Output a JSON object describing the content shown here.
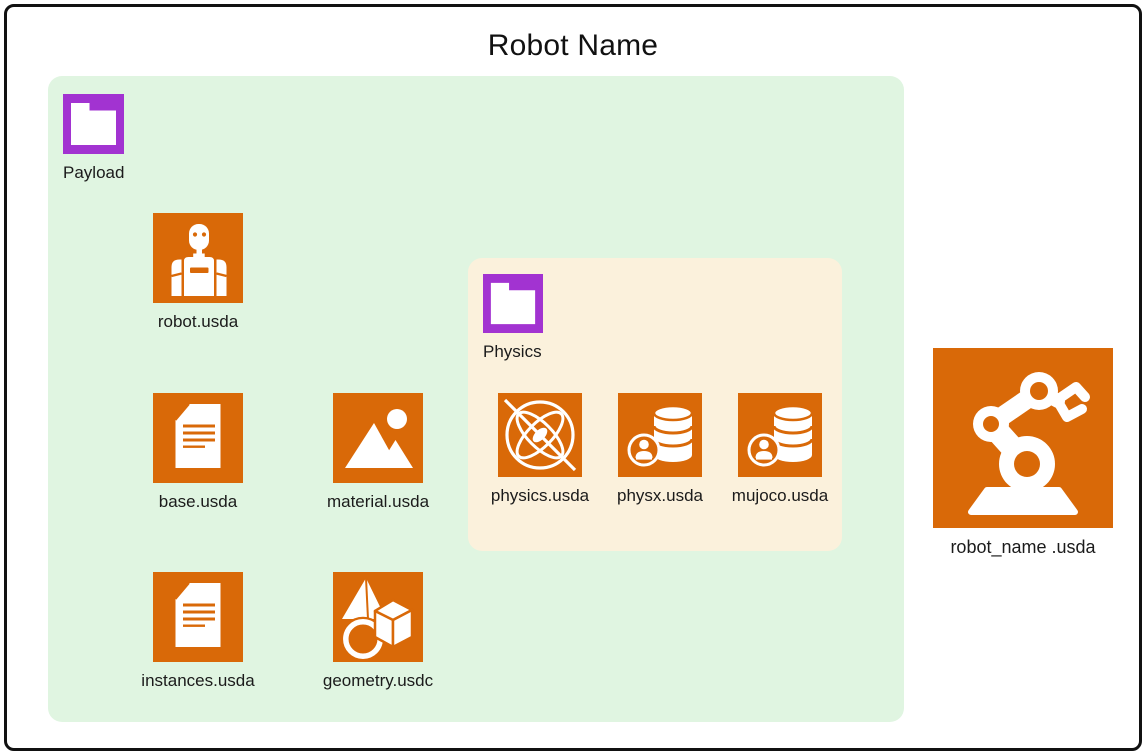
{
  "title": "Robot Name",
  "colors": {
    "accent_orange": "#D96908",
    "folder_purple": "#A233D1",
    "payload_bg": "#E0F5E1",
    "physics_bg": "#FBF1DC",
    "border_black": "#111111"
  },
  "payload": {
    "folder_label": "Payload",
    "files": [
      {
        "label": "robot.usda",
        "icon": "humanoid-robot-icon"
      },
      {
        "label": "base.usda",
        "icon": "document-icon"
      },
      {
        "label": "material.usda",
        "icon": "image-icon"
      },
      {
        "label": "instances.usda",
        "icon": "document-icon"
      },
      {
        "label": "geometry.usdc",
        "icon": "shapes-icon"
      }
    ]
  },
  "physics": {
    "folder_label": "Physics",
    "files": [
      {
        "label": "physics.usda",
        "icon": "gyroscope-icon"
      },
      {
        "label": "physx.usda",
        "icon": "database-user-icon"
      },
      {
        "label": "mujoco.usda",
        "icon": "database-user-icon"
      }
    ]
  },
  "root_file": {
    "label": "robot_name .usda",
    "icon": "robot-arm-icon"
  }
}
